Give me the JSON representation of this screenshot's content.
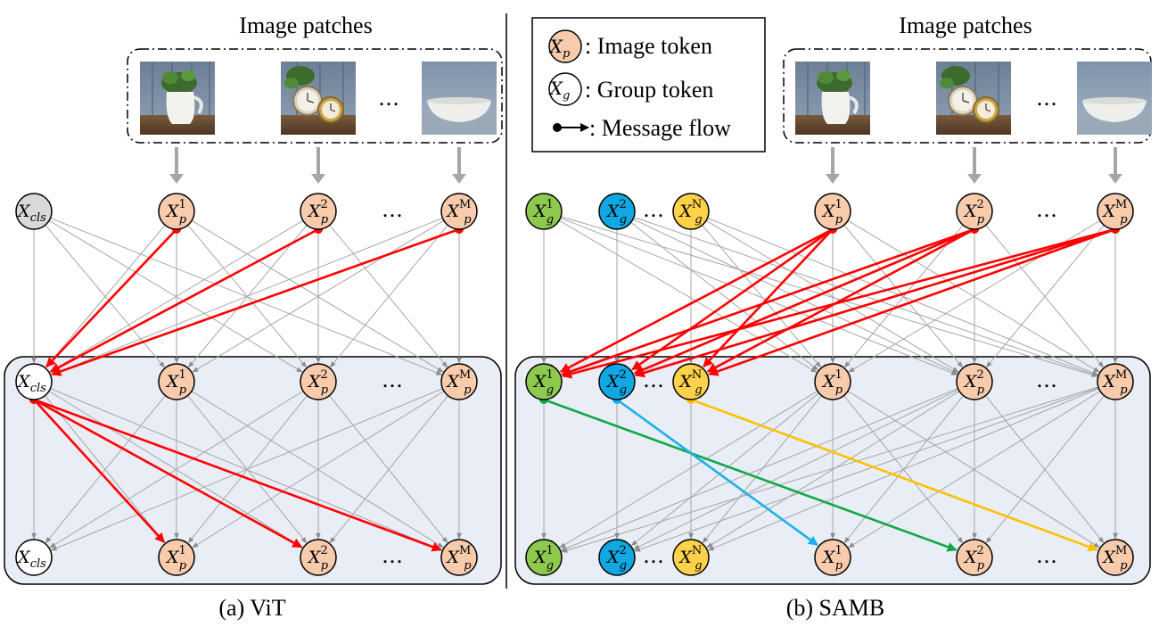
{
  "colors": {
    "image_token": "#f8cbad",
    "cls_top": "#d9d9d9",
    "cls_white": "#ffffff",
    "group_1": "#8cc94e",
    "group_2": "#11a7e2",
    "group_n": "#ffd24a",
    "message_red": "#ff0000",
    "message_green": "#10a84a",
    "message_blue": "#1ab0ea",
    "message_yellow": "#ffc000",
    "edge_gray": "#a6a6a6",
    "block_fill": "#e9edf5"
  },
  "patch_titles": [
    "Image patches",
    "Image patches"
  ],
  "legend": {
    "image_token": {
      "sym_main": "X",
      "sym_sub": "p",
      "label": ": Image token"
    },
    "group_token": {
      "sym_main": "X",
      "sym_sub": "g",
      "label": ": Group token"
    },
    "message_flow": {
      "label": ": Message flow"
    }
  },
  "ellipsis": "…",
  "captions": {
    "vit": "(a) ViT",
    "samb": "(b) SAMB"
  },
  "tokens": {
    "cls": {
      "main": "X",
      "sub": "cls",
      "sup": ""
    },
    "p1": {
      "main": "X",
      "sub": "p",
      "sup": "1"
    },
    "p2": {
      "main": "X",
      "sub": "p",
      "sup": "2"
    },
    "pM": {
      "main": "X",
      "sub": "p",
      "sup": "M"
    },
    "g1": {
      "main": "X",
      "sub": "g",
      "sup": "1"
    },
    "g2": {
      "main": "X",
      "sub": "g",
      "sup": "2"
    },
    "gN": {
      "main": "X",
      "sub": "g",
      "sup": "N"
    }
  },
  "patch_images": [
    "plant-in-white-pitcher",
    "plant-with-clocks",
    "white-bowl"
  ]
}
